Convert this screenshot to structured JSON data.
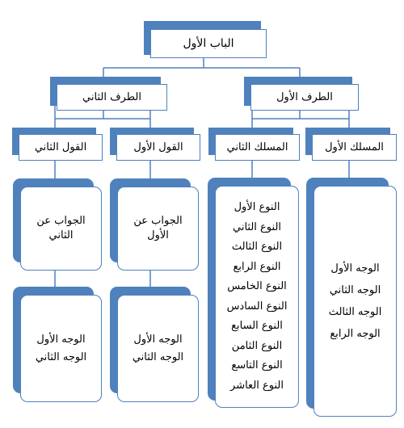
{
  "root": {
    "label": "الباب الأول"
  },
  "branches": [
    {
      "key": "left",
      "label": "الطرف الثاني",
      "children": [
        {
          "key": "q2",
          "label": "القول الثاني",
          "answer": [
            "الجواب عن",
            "الثاني"
          ],
          "faces": [
            "الوجه الأول",
            "الوجه الثاني"
          ]
        },
        {
          "key": "q1",
          "label": "القول الأول",
          "answer": [
            "الجواب عن",
            "الأول"
          ],
          "faces": [
            "الوجه الأول",
            "الوجه الثاني"
          ]
        }
      ]
    },
    {
      "key": "right",
      "label": "الطرف الأول",
      "children": [
        {
          "key": "m2",
          "label": "المسلك الثاني",
          "items": [
            "النوع الأول",
            "النوع الثاني",
            "النوع الثالث",
            "النوع الرابع",
            "النوع الخامس",
            "النوع السادس",
            "النوع السابع",
            "النوع الثامن",
            "النوع التاسع",
            "النوع العاشر"
          ]
        },
        {
          "key": "m1",
          "label": "المسلك الأول",
          "items": [
            "الوجه الأول",
            "الوجه الثاني",
            "الوجه الثالث",
            "الوجه الرابع"
          ]
        }
      ]
    }
  ],
  "colors": {
    "accent": "#4f81bd",
    "line": "#4f81bd",
    "fill": "#ffffff",
    "text": "#000000"
  }
}
